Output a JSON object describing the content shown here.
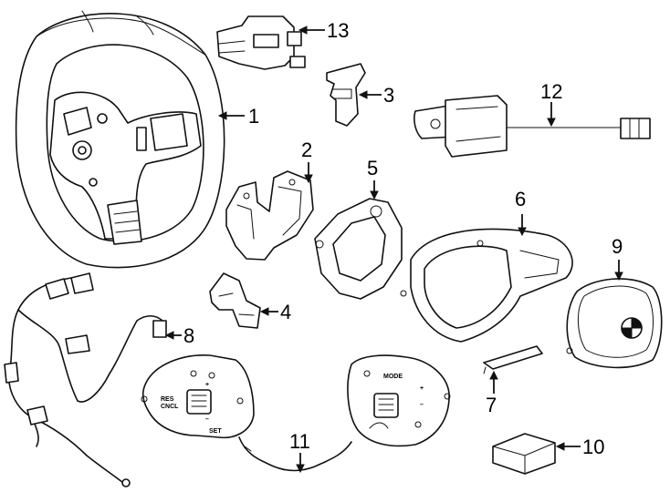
{
  "callouts": {
    "c1": "1",
    "c2": "2",
    "c3": "3",
    "c4": "4",
    "c5": "5",
    "c6": "6",
    "c7": "7",
    "c8": "8",
    "c9": "9",
    "c10": "10",
    "c11": "11",
    "c12": "12",
    "c13": "13"
  },
  "button_labels": {
    "res_line1": "RES",
    "res_line2": "CNCL",
    "set": "SET",
    "mode": "MODE",
    "plus_left": "+",
    "minus_left": "–",
    "plus_right": "+",
    "minus_right": "–"
  }
}
